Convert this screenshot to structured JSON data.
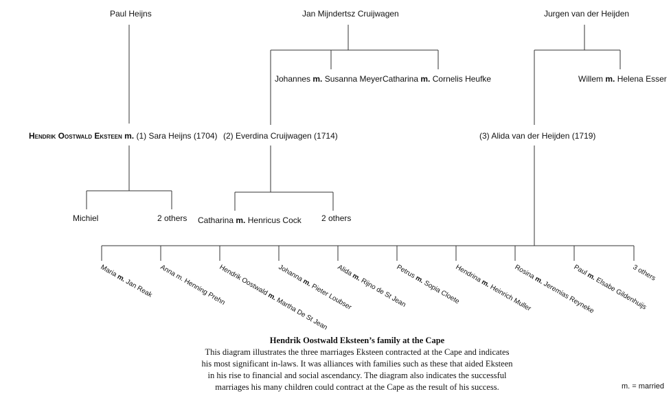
{
  "diagram": {
    "parents": {
      "heijns": "Paul Heijns",
      "cruijwagen": "Jan Mijndertsz Cruijwagen",
      "heijden": "Jurgen van der Heijden"
    },
    "marker": "m.",
    "inlaws": {
      "johannes": {
        "name": "Johannes",
        "spouse": "Susanna Meyer"
      },
      "catharina_c": {
        "name": "Catharina",
        "spouse": "Cornelis Heufke"
      },
      "willem": {
        "name": "Willem",
        "spouse": "Helena Esser"
      }
    },
    "main": {
      "name": "Hendrik Oostwald Eksteen",
      "wife1": "(1) Sara Heijns (1704)",
      "wife2": "(2) Everdina Cruijwagen (1714)",
      "wife3": "(3) Alida van der Heijden (1719)"
    },
    "children1": {
      "michiel": "Michiel",
      "others": "2 others"
    },
    "children2": {
      "catharina": "Catharina",
      "catharina_spouse": "Henricus Cock",
      "others": "2 others"
    },
    "children3": [
      {
        "name": "Maria",
        "spouse": "Jan Reak"
      },
      {
        "name": "Anna",
        "spouse": "Henning Prehn"
      },
      {
        "name": "Hendrik Oostwald",
        "spouse": "Martha De St Jean"
      },
      {
        "name": "Johanna",
        "spouse": "Pieter Loubser"
      },
      {
        "name": "Alida",
        "spouse": "Rijno de St Jean"
      },
      {
        "name": "Petrus",
        "spouse": "Sopia Cloete"
      },
      {
        "name": "Hendrina",
        "spouse": "Heinrich Muller"
      },
      {
        "name": "Rosina",
        "spouse": "Jeremias Reyneke"
      },
      {
        "name": "Paul",
        "spouse": "Elsabe Gildenhuijs"
      },
      {
        "name": "3 others",
        "spouse": ""
      }
    ]
  },
  "caption": {
    "title": "Hendrik Oostwald Eksteen’s family at the Cape",
    "lines": [
      "This diagram illustrates the three marriages Eksteen contracted at the Cape and indicates",
      "his most significant in-laws. It was alliances with families such as these that aided Eksteen",
      "in his rise to financial and social ascendancy.  The diagram also indicates the successful",
      "marriages his many children could contract at the Cape as the result of his success."
    ]
  },
  "legend": "m. = married"
}
